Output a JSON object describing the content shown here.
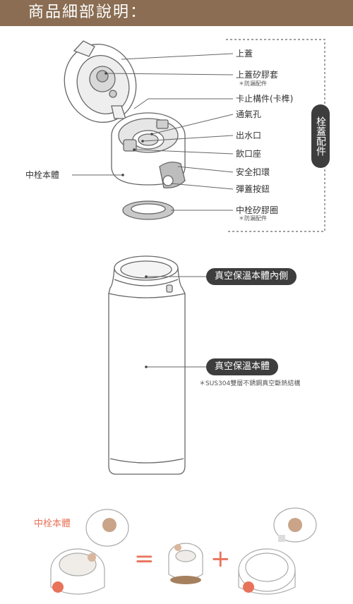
{
  "header": {
    "title": "商品細部說明："
  },
  "diagram": {
    "side_tab": "栓蓋配件",
    "labels": {
      "top_lid": "上蓋",
      "top_lid_gasket": "上蓋矽膠套",
      "top_lid_gasket_note": "＊防漏配件",
      "latch": "卡止構件(卡榫)",
      "vent": "通氣孔",
      "spout": "出水口",
      "mouth_seat": "飲口座",
      "safety_ring": "安全扣環",
      "spring_button": "彈蓋按鈕",
      "stopper_gasket": "中栓矽膠圈",
      "stopper_gasket_note": "＊防漏配件",
      "stopper_body": "中栓本體"
    },
    "body_labels": {
      "inner": "真空保溫本體內側",
      "body": "真空保溫本體",
      "body_note": "＊SUS304雙層不銹鋼真空斷熱結構"
    },
    "bottom": {
      "label": "中栓本體",
      "equals": "=",
      "plus": "+"
    }
  },
  "colors": {
    "header": "#8a6d52",
    "accent": "#e8735a",
    "pill": "#3d3d3d"
  }
}
